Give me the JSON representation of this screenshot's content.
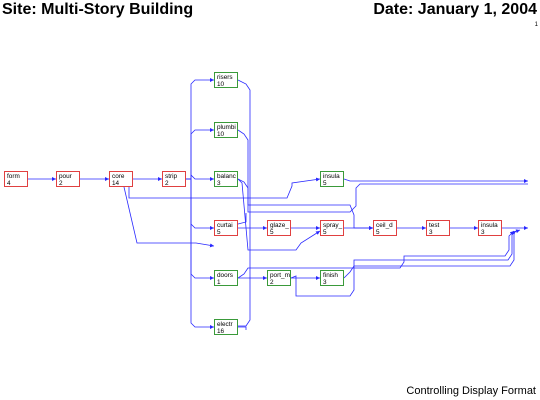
{
  "header": {
    "site": "Site: Multi-Story Building",
    "date": "Date: January 1, 2004",
    "page_mark": "1"
  },
  "footer": "Controlling Display Format",
  "colors": {
    "critical_border": "#e04040",
    "noncritical_border": "#3a9a3a",
    "link": "#2828ff"
  },
  "nodes": [
    {
      "id": "form",
      "label": "form",
      "duration": "4",
      "critical": true
    },
    {
      "id": "pour",
      "label": "pour",
      "duration": "2",
      "critical": true
    },
    {
      "id": "core",
      "label": "core",
      "duration": "14",
      "critical": true
    },
    {
      "id": "strip",
      "label": "strip",
      "duration": "2",
      "critical": true
    },
    {
      "id": "risers",
      "label": "risers",
      "duration": "10",
      "critical": false
    },
    {
      "id": "plumbi",
      "label": "plumbi",
      "duration": "10",
      "critical": false
    },
    {
      "id": "balanc",
      "label": "balanc",
      "duration": "3",
      "critical": false
    },
    {
      "id": "curtai",
      "label": "curtai",
      "duration": "5",
      "critical": true
    },
    {
      "id": "doors",
      "label": "doors",
      "duration": "1",
      "critical": false
    },
    {
      "id": "electr",
      "label": "electr",
      "duration": "16",
      "critical": false
    },
    {
      "id": "glaze",
      "label": "glaze_",
      "duration": "5",
      "critical": true
    },
    {
      "id": "portm",
      "label": "port_m",
      "duration": "2",
      "critical": false
    },
    {
      "id": "insula1",
      "label": "insula",
      "duration": "5",
      "critical": false
    },
    {
      "id": "spray",
      "label": "spray_",
      "duration": "5",
      "critical": true
    },
    {
      "id": "finish",
      "label": "finish",
      "duration": "3",
      "critical": false
    },
    {
      "id": "ceil",
      "label": "ceil_d",
      "duration": "5",
      "critical": true
    },
    {
      "id": "test",
      "label": "test",
      "duration": "3",
      "critical": true
    },
    {
      "id": "insula2",
      "label": "insula",
      "duration": "3",
      "critical": true
    }
  ]
}
